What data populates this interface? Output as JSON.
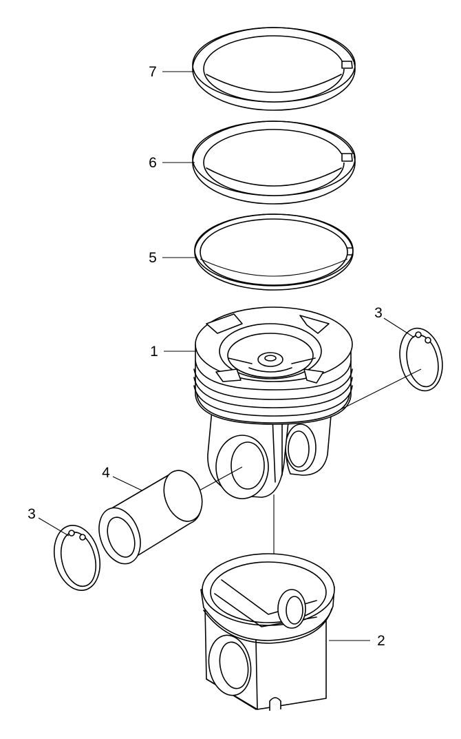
{
  "callouts": {
    "part_7": "7",
    "part_6": "6",
    "part_5": "5",
    "part_1": "1",
    "part_3_right": "3",
    "part_3_left": "3",
    "part_4": "4",
    "part_2": "2"
  },
  "colors": {
    "line": "#000000",
    "background": "#ffffff"
  }
}
